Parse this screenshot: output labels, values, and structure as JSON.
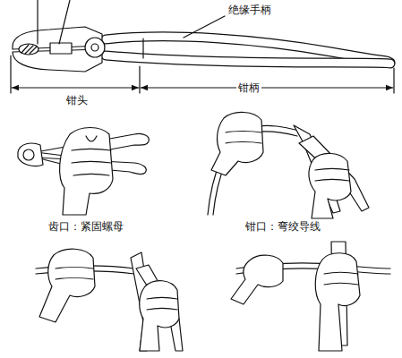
{
  "diagram": {
    "labels": [
      "绝缘手柄",
      "钳头",
      "钳柄",
      "齿口：紧固螺母",
      "钳口：弯绞导线"
    ]
  }
}
